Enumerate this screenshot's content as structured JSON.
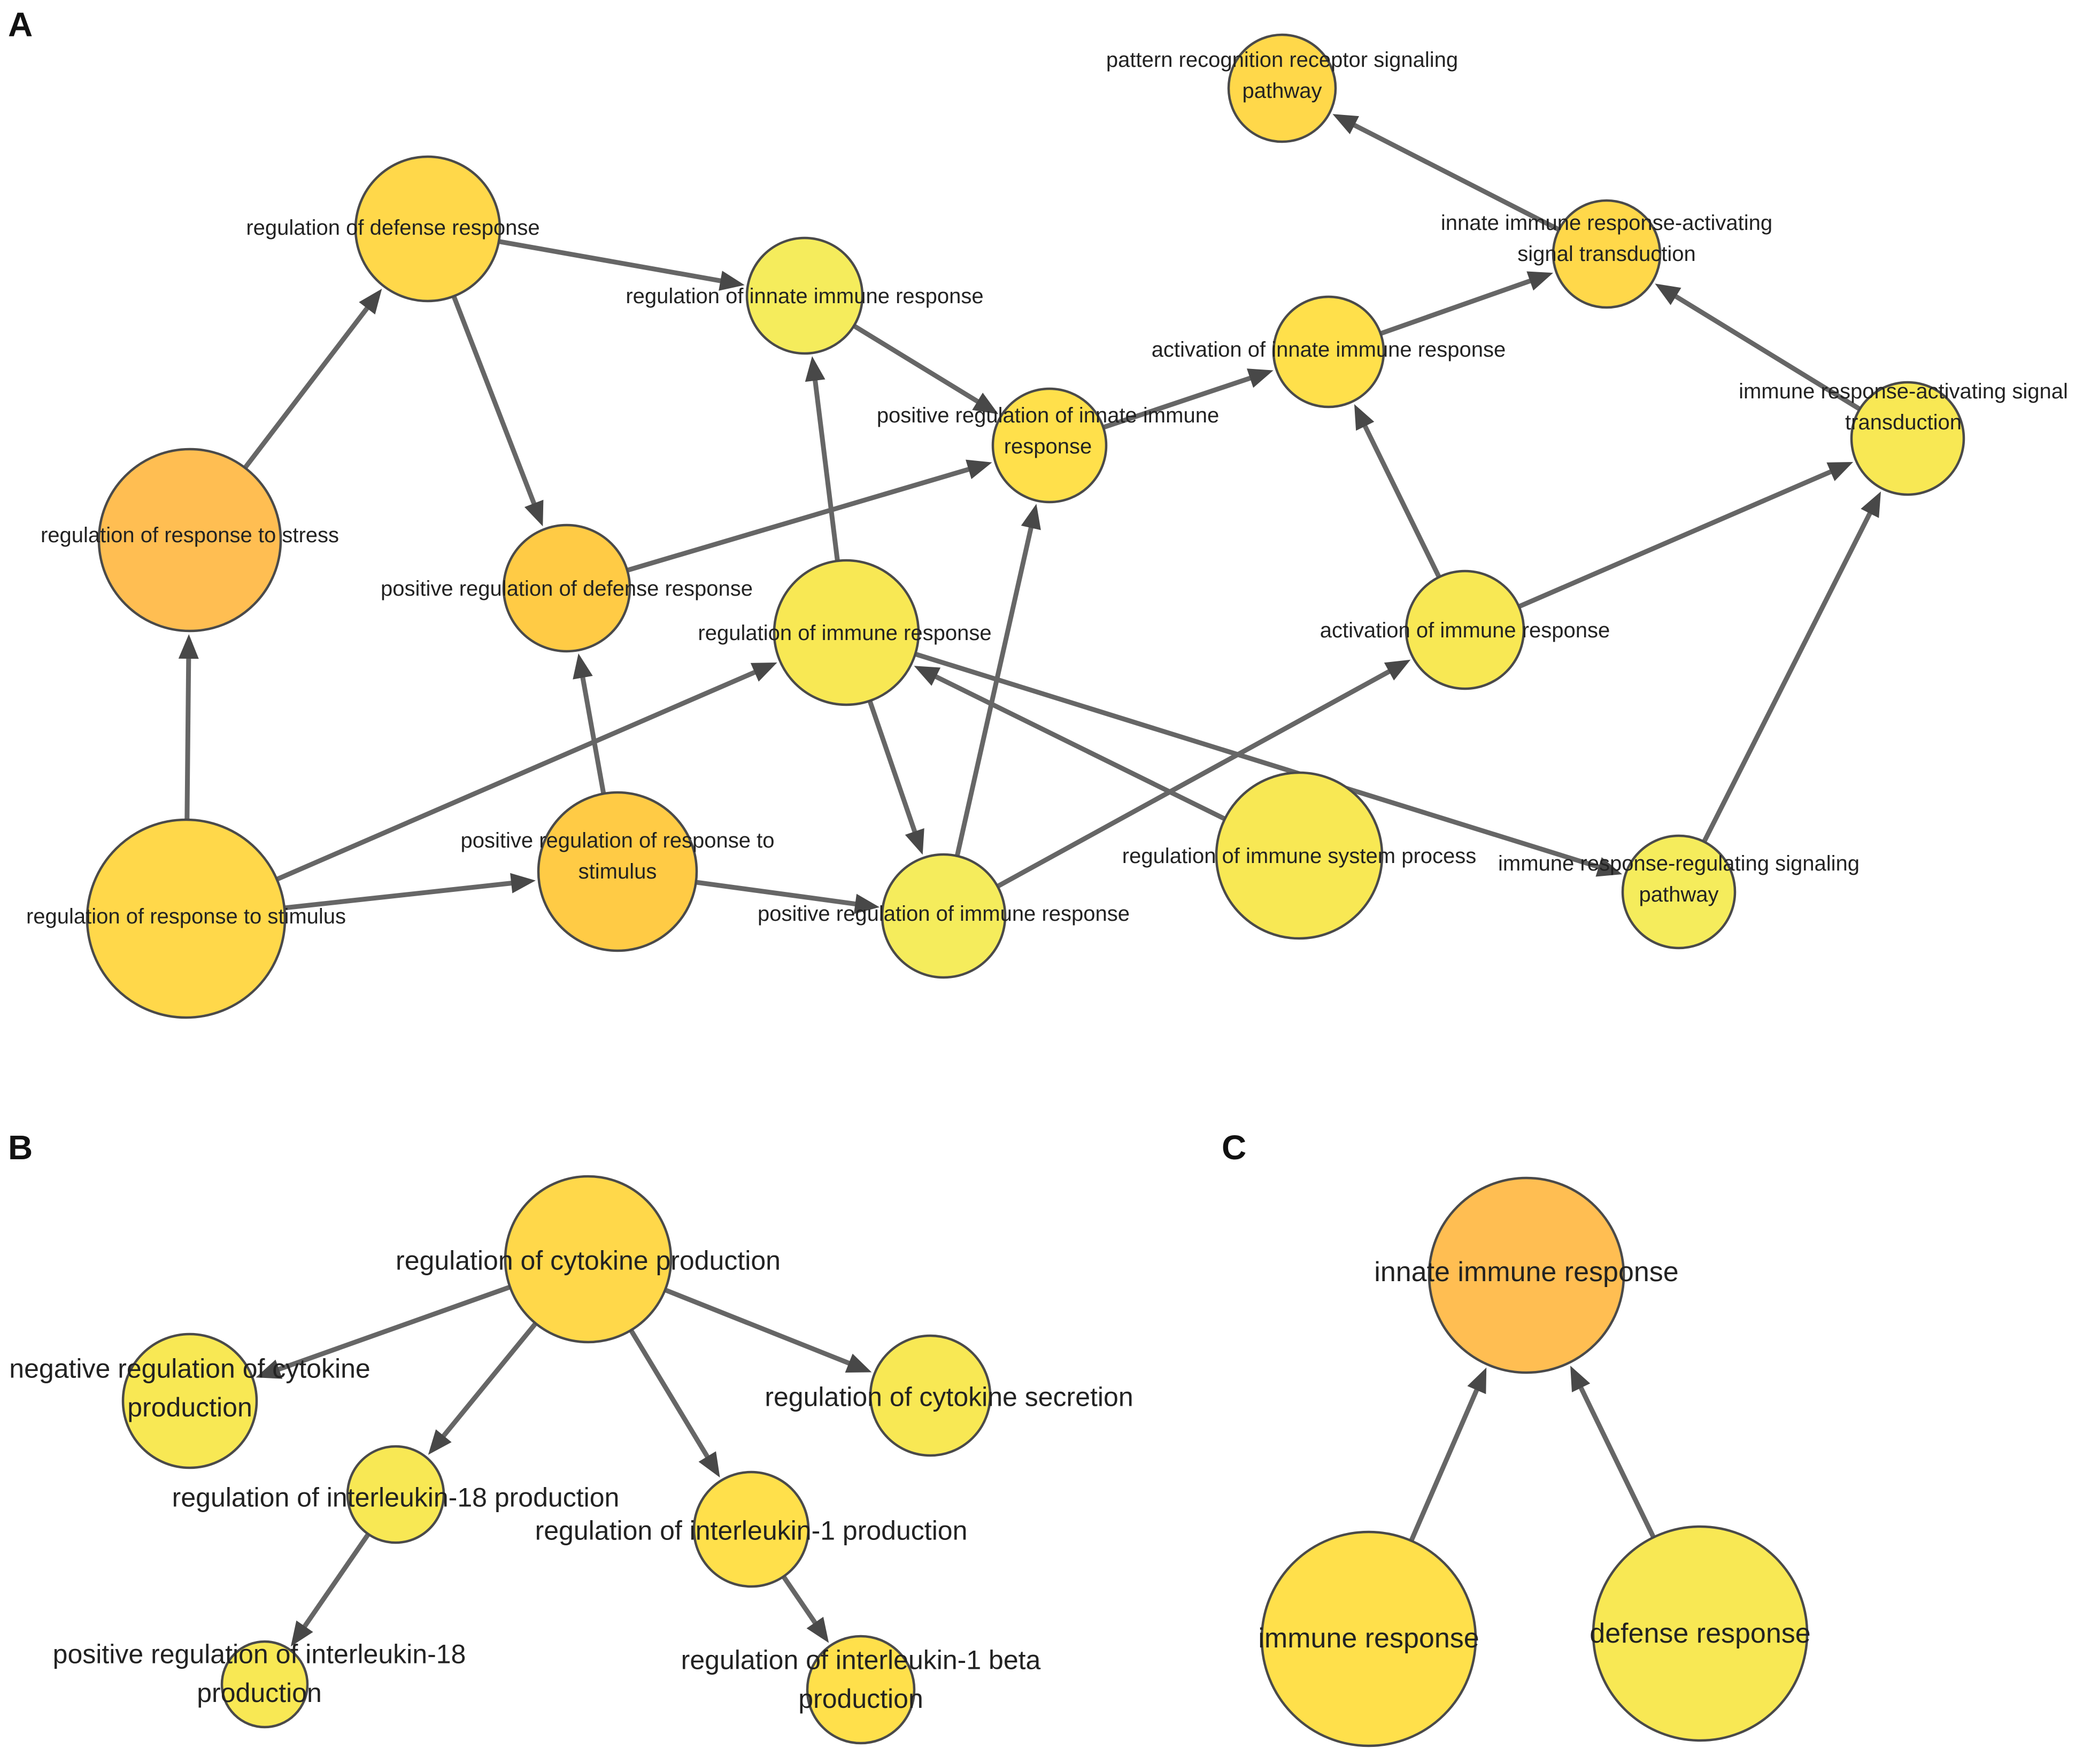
{
  "panels": [
    {
      "id": "A",
      "label": "A"
    },
    {
      "id": "B",
      "label": "B"
    },
    {
      "id": "C",
      "label": "C"
    }
  ],
  "colors": {
    "orange": "#FFBE52",
    "orange_gold": "#FFCB45",
    "gold": "#FFD84A",
    "yellow_gold": "#FFE04B",
    "yellow": "#F8E854",
    "pale_yellow": "#F5EC5C",
    "edge": "#666666",
    "arrow": "#484848",
    "stroke": "#4a4a4a"
  },
  "nodes": [
    {
      "id": "rds",
      "panel": "A",
      "lines": [
        "regulation of defense response"
      ],
      "color": "gold"
    },
    {
      "id": "rrs",
      "panel": "A",
      "lines": [
        "regulation of response to stress"
      ],
      "color": "orange"
    },
    {
      "id": "rrst",
      "panel": "A",
      "lines": [
        "regulation of response to stimulus"
      ],
      "color": "gold"
    },
    {
      "id": "rirr",
      "panel": "A",
      "lines": [
        "regulation of innate immune response"
      ],
      "color": "pale_yellow"
    },
    {
      "id": "prds",
      "panel": "A",
      "lines": [
        "positive regulation of defense response"
      ],
      "color": "orange_gold"
    },
    {
      "id": "prrs",
      "panel": "A",
      "lines": [
        "positive regulation of response to",
        "stimulus"
      ],
      "color": "orange_gold"
    },
    {
      "id": "prii",
      "panel": "A",
      "lines": [
        "positive regulation of innate immune",
        "response"
      ],
      "color": "yellow_gold"
    },
    {
      "id": "rir",
      "panel": "A",
      "lines": [
        "regulation of immune response"
      ],
      "color": "yellow"
    },
    {
      "id": "prir",
      "panel": "A",
      "lines": [
        "positive regulation of immune response"
      ],
      "color": "pale_yellow"
    },
    {
      "id": "risp",
      "panel": "A",
      "lines": [
        "regulation of immune system process"
      ],
      "color": "yellow"
    },
    {
      "id": "aiir",
      "panel": "A",
      "lines": [
        "activation of innate immune response"
      ],
      "color": "yellow_gold"
    },
    {
      "id": "air",
      "panel": "A",
      "lines": [
        "activation of immune response"
      ],
      "color": "yellow"
    },
    {
      "id": "prrsp",
      "panel": "A",
      "lines": [
        "pattern recognition receptor signaling",
        "pathway"
      ],
      "color": "gold"
    },
    {
      "id": "iirast",
      "panel": "A",
      "lines": [
        "innate immune response-activating",
        "signal transduction"
      ],
      "color": "gold"
    },
    {
      "id": "irast",
      "panel": "A",
      "lines": [
        "immune response-activating signal",
        "transduction"
      ],
      "color": "yellow"
    },
    {
      "id": "irrsp",
      "panel": "A",
      "lines": [
        "immune response-regulating signaling",
        "pathway"
      ],
      "color": "pale_yellow"
    },
    {
      "id": "rcp",
      "panel": "B",
      "lines": [
        "regulation of cytokine production"
      ],
      "color": "gold"
    },
    {
      "id": "nrcp",
      "panel": "B",
      "lines": [
        "negative regulation of cytokine",
        "production"
      ],
      "color": "yellow"
    },
    {
      "id": "rcs",
      "panel": "B",
      "lines": [
        "regulation of cytokine secretion"
      ],
      "color": "yellow"
    },
    {
      "id": "ri18",
      "panel": "B",
      "lines": [
        "regulation of interleukin-18 production"
      ],
      "color": "yellow"
    },
    {
      "id": "ri1",
      "panel": "B",
      "lines": [
        "regulation of interleukin-1 production"
      ],
      "color": "yellow_gold"
    },
    {
      "id": "pri18",
      "panel": "B",
      "lines": [
        "positive regulation of interleukin-18",
        "production"
      ],
      "color": "yellow"
    },
    {
      "id": "ri1b",
      "panel": "B",
      "lines": [
        "regulation of interleukin-1 beta",
        "production"
      ],
      "color": "yellow_gold"
    },
    {
      "id": "iir",
      "panel": "C",
      "lines": [
        "innate immune response"
      ],
      "color": "orange"
    },
    {
      "id": "ir",
      "panel": "C",
      "lines": [
        "immune response"
      ],
      "color": "yellow_gold"
    },
    {
      "id": "dr",
      "panel": "C",
      "lines": [
        "defense response"
      ],
      "color": "yellow"
    }
  ],
  "edges": [
    {
      "from": "rrs",
      "to": "rds"
    },
    {
      "from": "rrst",
      "to": "rrs"
    },
    {
      "from": "rds",
      "to": "rirr"
    },
    {
      "from": "rds",
      "to": "prds"
    },
    {
      "from": "rirr",
      "to": "prii"
    },
    {
      "from": "prds",
      "to": "prii"
    },
    {
      "from": "prrs",
      "to": "prds"
    },
    {
      "from": "rrst",
      "to": "prrs"
    },
    {
      "from": "rrst",
      "to": "rir"
    },
    {
      "from": "rir",
      "to": "rirr"
    },
    {
      "from": "rir",
      "to": "prir"
    },
    {
      "from": "prrs",
      "to": "prir"
    },
    {
      "from": "prir",
      "to": "prii"
    },
    {
      "from": "prir",
      "to": "air"
    },
    {
      "from": "risp",
      "to": "rir"
    },
    {
      "from": "rir",
      "to": "irrsp"
    },
    {
      "from": "prii",
      "to": "aiir"
    },
    {
      "from": "aiir",
      "to": "iirast"
    },
    {
      "from": "air",
      "to": "aiir"
    },
    {
      "from": "air",
      "to": "irast"
    },
    {
      "from": "iirast",
      "to": "prrsp"
    },
    {
      "from": "irast",
      "to": "iirast"
    },
    {
      "from": "irrsp",
      "to": "irast"
    },
    {
      "from": "rcp",
      "to": "nrcp"
    },
    {
      "from": "rcp",
      "to": "rcs"
    },
    {
      "from": "rcp",
      "to": "ri18"
    },
    {
      "from": "rcp",
      "to": "ri1"
    },
    {
      "from": "ri18",
      "to": "pri18"
    },
    {
      "from": "ri1",
      "to": "ri1b"
    },
    {
      "from": "ir",
      "to": "iir"
    },
    {
      "from": "dr",
      "to": "iir"
    }
  ]
}
